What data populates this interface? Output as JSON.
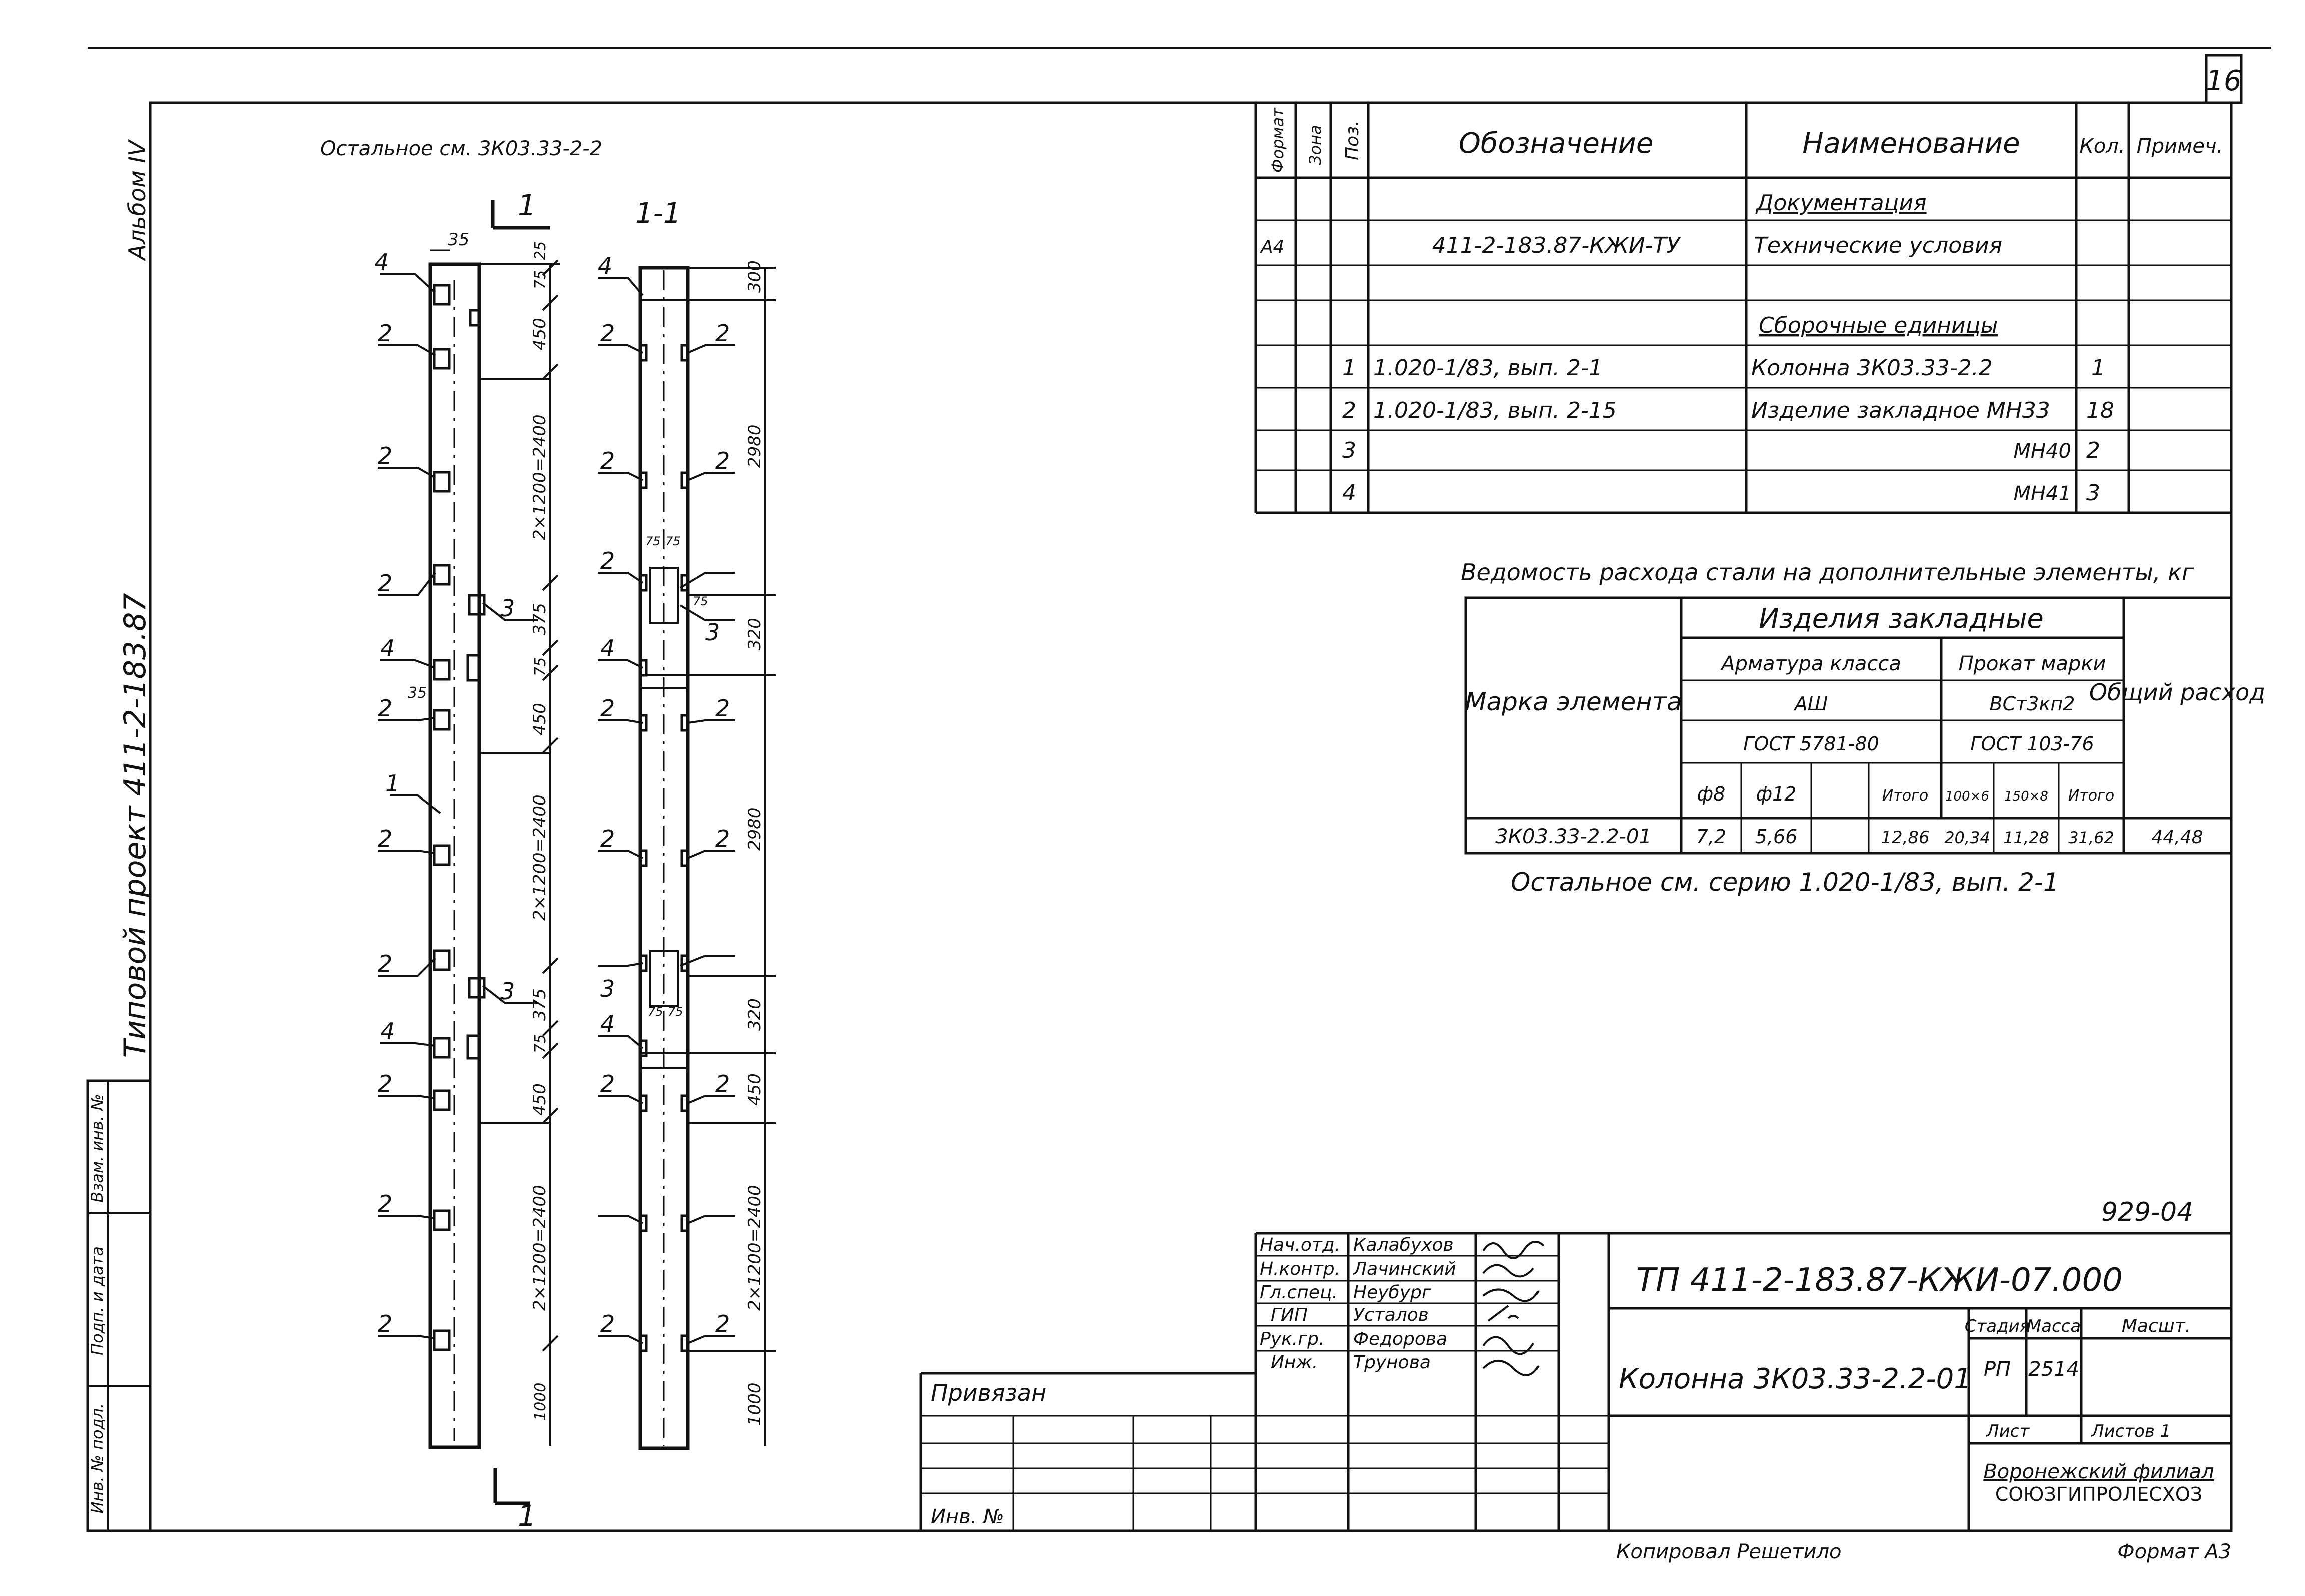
{
  "sheet_number": "16",
  "album_label": "Альбом IV",
  "project_label": "Типовой проект 411-2-183.87",
  "note_top": "Остальное см. 3К03.33-2-2",
  "section_marker": "1",
  "section_label": "1-1",
  "elevation": {
    "dims_top": [
      "35",
      "25",
      "75",
      "450",
      "2×1200=2400",
      "375",
      "75",
      "450",
      "2×1200=2400",
      "375",
      "75",
      "450",
      "2×1200=2400",
      "1000"
    ],
    "dim_35_lower": "35",
    "callouts": [
      "4",
      "2",
      "2",
      "2",
      "4",
      "2",
      "1",
      "2",
      "2",
      "3",
      "4",
      "2",
      "2",
      "2",
      "3"
    ]
  },
  "section": {
    "dims": [
      "300",
      "2980",
      "320",
      "2980",
      "320",
      "450",
      "2×1200=2400",
      "1000"
    ],
    "small_dims": [
      "75",
      "75",
      "75",
      "75",
      "75"
    ],
    "callouts": [
      "4",
      "2",
      "2",
      "2",
      "2",
      "2",
      "3",
      "4",
      "2",
      "2",
      "2",
      "2",
      "3",
      "4",
      "2",
      "2",
      "2",
      "2"
    ]
  },
  "spec_table": {
    "headers": [
      "Формат",
      "Зона",
      "Поз.",
      "Обозначение",
      "Наименование",
      "Кол.",
      "Примеч."
    ],
    "rows": [
      {
        "format": "",
        "zone": "",
        "pos": "",
        "designation": "",
        "name": "Документация",
        "qty": "",
        "note": "",
        "underline": true
      },
      {
        "format": "А4",
        "zone": "",
        "pos": "",
        "designation": "411-2-183.87-КЖИ-ТУ",
        "name": "Технические условия",
        "qty": "",
        "note": ""
      },
      {
        "format": "",
        "zone": "",
        "pos": "",
        "designation": "",
        "name": "Сборочные единицы",
        "qty": "",
        "note": "",
        "underline": true
      },
      {
        "format": "",
        "zone": "",
        "pos": "1",
        "designation": "1.020-1/83, вып. 2-1",
        "name": "Колонна 3К03.33-2.2",
        "qty": "1",
        "note": ""
      },
      {
        "format": "",
        "zone": "",
        "pos": "2",
        "designation": "1.020-1/83, вып. 2-15",
        "name": "Изделие закладное МН33",
        "qty": "18",
        "note": ""
      },
      {
        "format": "",
        "zone": "",
        "pos": "3",
        "designation": "",
        "name": "МН40",
        "qty": "2",
        "note": ""
      },
      {
        "format": "",
        "zone": "",
        "pos": "4",
        "designation": "",
        "name": "МН41",
        "qty": "3",
        "note": ""
      }
    ]
  },
  "steel_table": {
    "title": "Ведомость расхода стали на дополнительные элементы, кг",
    "mark_header": "Марка элемента",
    "group_header": "Изделия закладные",
    "rebar_header": "Арматура класса",
    "rebar_class": "АШ",
    "rebar_gost": "ГОСТ 5781-80",
    "rolled_header": "Прокат марки",
    "rolled_grade": "ВСт3кп2",
    "rolled_gost": "ГОСТ 103-76",
    "total_header": "Общий расход",
    "subcols": [
      "ф8",
      "ф12",
      "",
      "Итого",
      "100×6",
      "150×8",
      "Итого"
    ],
    "row": {
      "mark": "3К03.33-2.2-01",
      "values": [
        "7,2",
        "5,66",
        "",
        "12,86",
        "20,34",
        "11,28",
        "31,62"
      ],
      "total": "44,48"
    },
    "note": "Остальное см. серию 1.020-1/83, вып. 2-1"
  },
  "title_block": {
    "code_small": "929-04",
    "document_code": "ТП 411-2-183.87-КЖИ-07.000",
    "name": "Колонна 3К03.33-2.2-01",
    "people": [
      {
        "role": "Нач.отд.",
        "name": "Калабухов"
      },
      {
        "role": "Н.контр.",
        "name": "Лачинский"
      },
      {
        "role": "Гл.спец.",
        "name": "Неубург"
      },
      {
        "role": "ГИП",
        "name": "Усталов"
      },
      {
        "role": "Рук.гр.",
        "name": "Федорова"
      },
      {
        "role": "Инж.",
        "name": "Трунова"
      }
    ],
    "stage_label": "Стадия",
    "stage": "РП",
    "mass_label": "Масса",
    "mass": "2514",
    "scale_label": "Масшт.",
    "sheet_label": "Лист",
    "sheets_label": "Листов 1",
    "org_line1": "Воронежский филиал",
    "org_line2": "СОЮЗГИПРОЛЕСХОЗ",
    "privyazan": "Привязан",
    "inv_no": "Инв. №",
    "copied": "Копировал  Решетило",
    "format": "Формат А3"
  },
  "side_stamp": [
    "Инв. № подл.",
    "Подп. и дата",
    "Взам. инв. №"
  ]
}
